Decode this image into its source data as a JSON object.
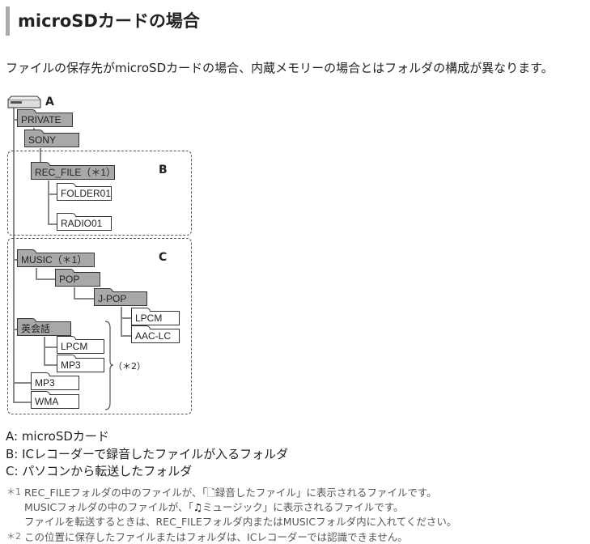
{
  "title": "microSDカードの場合",
  "intro": "ファイルの保存先がmicroSDカードの場合、内蔵メモリーの場合とはフォルダの構成が異なります。",
  "diagram": {
    "label_a": "A",
    "label_b": "B",
    "label_c": "C",
    "private": "PRIVATE",
    "sony": "SONY",
    "rec_file": "REC_FILE（＊1）",
    "folder01": "FOLDER01",
    "radio01": "RADIO01",
    "music": "MUSIC（＊1）",
    "pop": "POP",
    "jpop": "J-POP",
    "lpcm1": "LPCM",
    "aaclc": "AAC-LC",
    "eikaiwa": "英会話",
    "lpcm2": "LPCM",
    "mp3a": "MP3",
    "mp3b": "MP3",
    "wma": "WMA",
    "note2": "（＊2）"
  },
  "legend": [
    "A: microSDカード",
    "B: ICレコーダーで録音したファイルが入るフォルダ",
    "C: パソコンから転送したフォルダ"
  ],
  "footnotes": {
    "m1": "＊1",
    "m2": "＊2",
    "n1a": "REC_FILEフォルダの中のファイルが、「",
    "n1b": "録音したファイル」に表示されるファイルです。",
    "n1c": "MUSICフォルダの中のファイルが、「",
    "n1d": "ミュージック」に表示されるファイルです。",
    "n1e": "ファイルを転送するときは、REC_FILEフォルダ内またはMUSICフォルダ内に入れてください。",
    "n2": "この位置に保存したファイルまたはフォルダは、ICレコーダーでは認識できません。"
  }
}
